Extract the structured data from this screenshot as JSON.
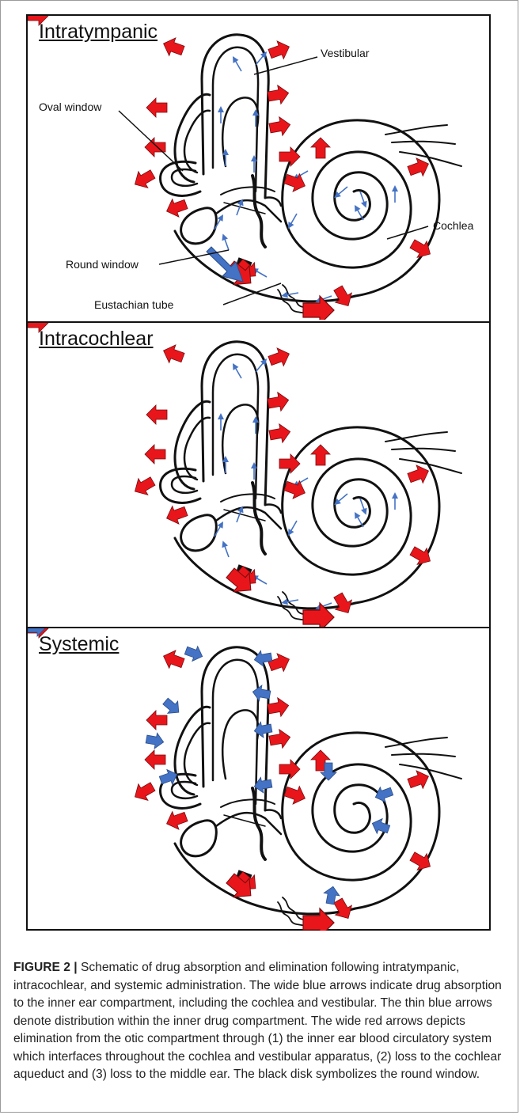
{
  "panels": [
    {
      "title": "Intratympanic",
      "labels": {
        "vestibular": "Vestibular",
        "oval_window": "Oval window",
        "cochlea": "Cochlea",
        "round_window": "Round window",
        "eustachian_tube": "Eustachian tube"
      }
    },
    {
      "title": "Intracochlear"
    },
    {
      "title": "Systemic"
    }
  ],
  "caption": {
    "figure_label": "FIGURE 2 |",
    "text": " Schematic of drug absorption and elimination following intratympanic, intracochlear, and systemic administration. The wide blue arrows indicate drug absorption to the inner ear compartment, including the cochlea and vestibular. The thin blue arrows denote distribution within the inner drug compartment. The wide red arrows depicts elimination from the otic compartment through (1) the inner ear blood circulatory system which interfaces throughout the cochlea and vestibular apparatus, (2) loss to the cochlear aqueduct and (3) loss to the middle ear. The black disk symbolizes the round window."
  },
  "colors": {
    "elimination_arrow": "#e8161b",
    "absorption_arrow": "#4472c4",
    "outline": "#111111"
  }
}
